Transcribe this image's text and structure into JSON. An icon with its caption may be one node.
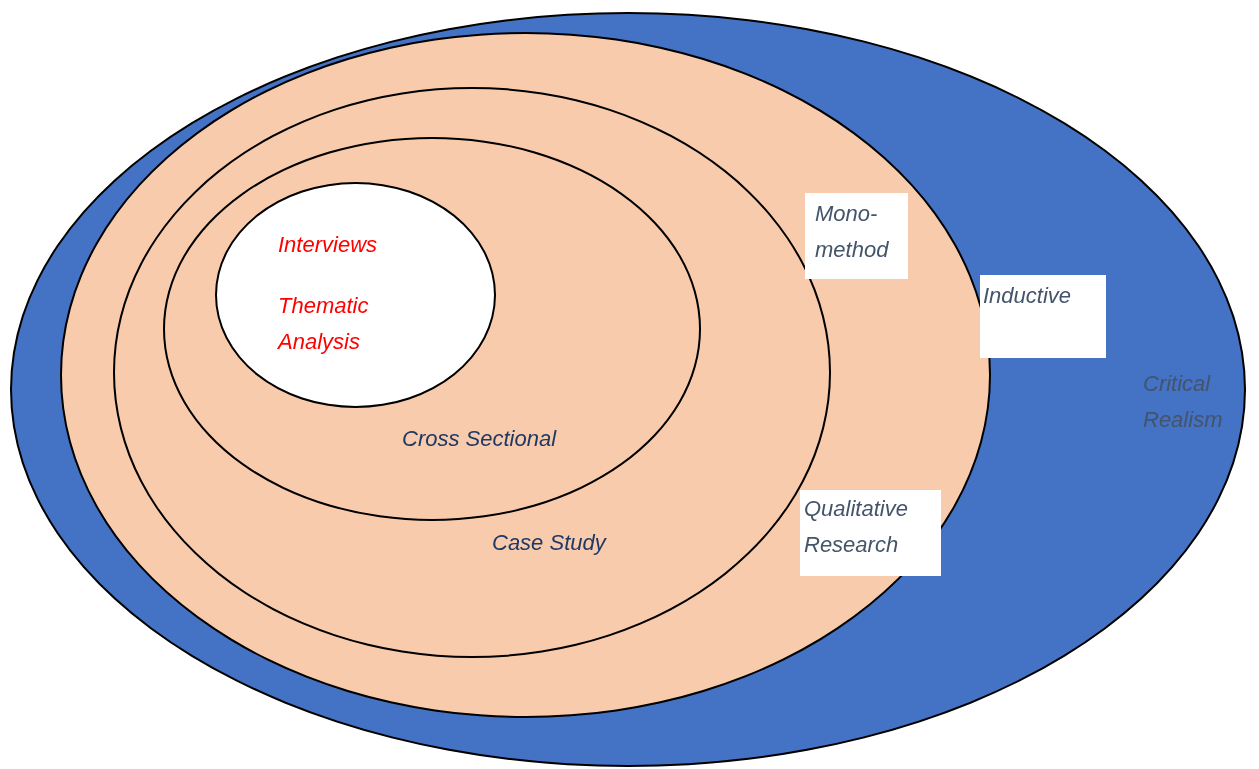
{
  "diagram": {
    "nodes": [
      {
        "text": [
          "Critical Realism"
        ]
      },
      {
        "text": [],
        "shape": "circle",
        "in": 0
      },
      {
        "text": [
          "Case Study"
        ],
        "in": 1
      },
      {
        "text": [
          "Cross Sectional"
        ],
        "in": 2
      },
      {
        "text": [
          "Interviews",
          "Thematic Analysis"
        ],
        "in": 3
      },
      {
        "text": [
          "Inductive"
        ],
        "in": 0
      },
      {
        "text": [
          "Mono-method"
        ],
        "in": 1
      },
      {
        "text": [
          "Qualitative Research"
        ],
        "in": 1
      }
    ],
    "edges": []
  }
}
